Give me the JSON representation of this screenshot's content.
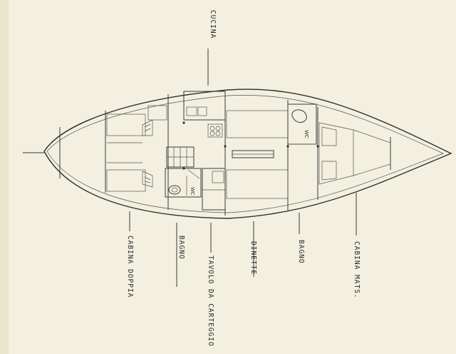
{
  "title": "",
  "labels": {
    "cucina": "CUCINA",
    "cabina_doppia": "CABINA DOPPIA",
    "bagno_aft": "BAGNO",
    "tavolo": "TAVOLO DA CARTEGGIO",
    "dinette": "DINETTE",
    "bagno_fwd": "BAGNO",
    "cabina_mats": "CABINA MATS."
  },
  "wc_aft": "WC",
  "wc_fwd": "WC",
  "colors": {
    "paper": "#f3f0df",
    "ink": "#2f2f2f"
  }
}
